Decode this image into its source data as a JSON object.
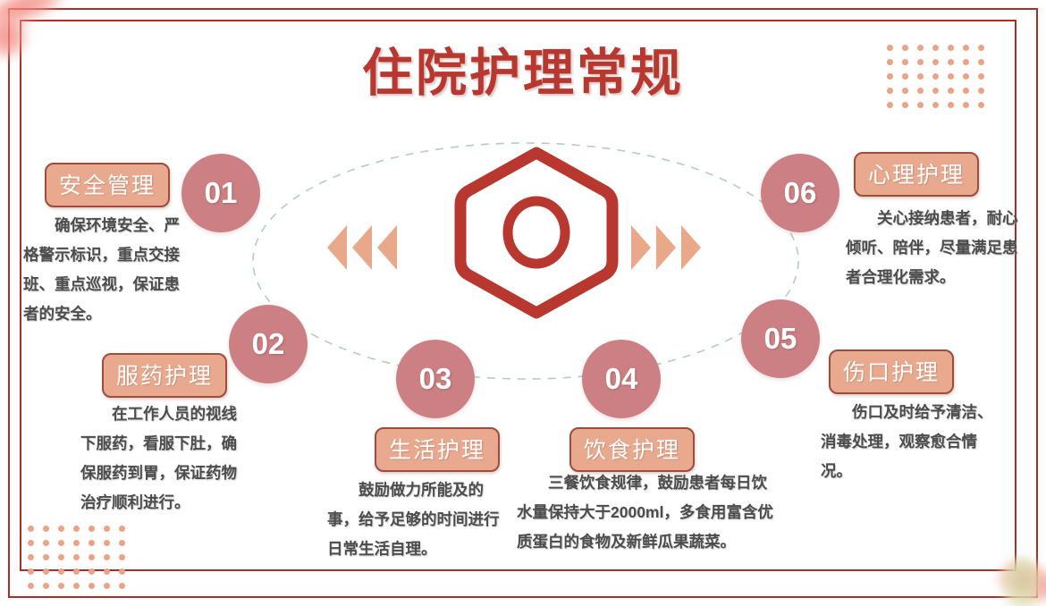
{
  "slide": {
    "title": "住院护理常规",
    "title_color": "#b8372e",
    "accent_circle_color": "#cc8084",
    "badge_fill_color": "#e8a98e",
    "badge_border_color": "#9d4d3c",
    "dot_color": "#eaa387",
    "orbit_dash_color": "#a8c4b4",
    "background_color": "#ffffff"
  },
  "center": {
    "emblem_icon": "hexagon-circle-icon",
    "left_chevrons_icon": "chevron-left-icon",
    "right_chevrons_icon": "chevron-right-icon",
    "chevron_count": 3
  },
  "decorations": {
    "dot_grid_columns": 7,
    "dot_grid_rows": 5,
    "top_right_dots": "dot-grid-top-right",
    "bottom_left_dots": "dot-grid-bottom-left"
  },
  "items": [
    {
      "number": "01",
      "label": "安全管理",
      "description": "确保环境安全、严格警示标识，重点交接班、重点巡视，保证患者的安全。"
    },
    {
      "number": "02",
      "label": "服药护理",
      "description": "在工作人员的视线下服药，看服下肚，确保服药到胃，保证药物治疗顺利进行。"
    },
    {
      "number": "03",
      "label": "生活护理",
      "description": "鼓励做力所能及的事，给予足够的时间进行日常生活自理。"
    },
    {
      "number": "04",
      "label": "饮食护理",
      "description": "三餐饮食规律，鼓励患者每日饮水量保持大于2000ml，多食用富含优质蛋白的食物及新鲜瓜果蔬菜。"
    },
    {
      "number": "05",
      "label": "伤口护理",
      "description": "伤口及时给予清洁、消毒处理，观察愈合情况。"
    },
    {
      "number": "06",
      "label": "心理护理",
      "description": "关心接纳患者，耐心倾听、陪伴，尽量满足患者合理化需求。"
    }
  ]
}
